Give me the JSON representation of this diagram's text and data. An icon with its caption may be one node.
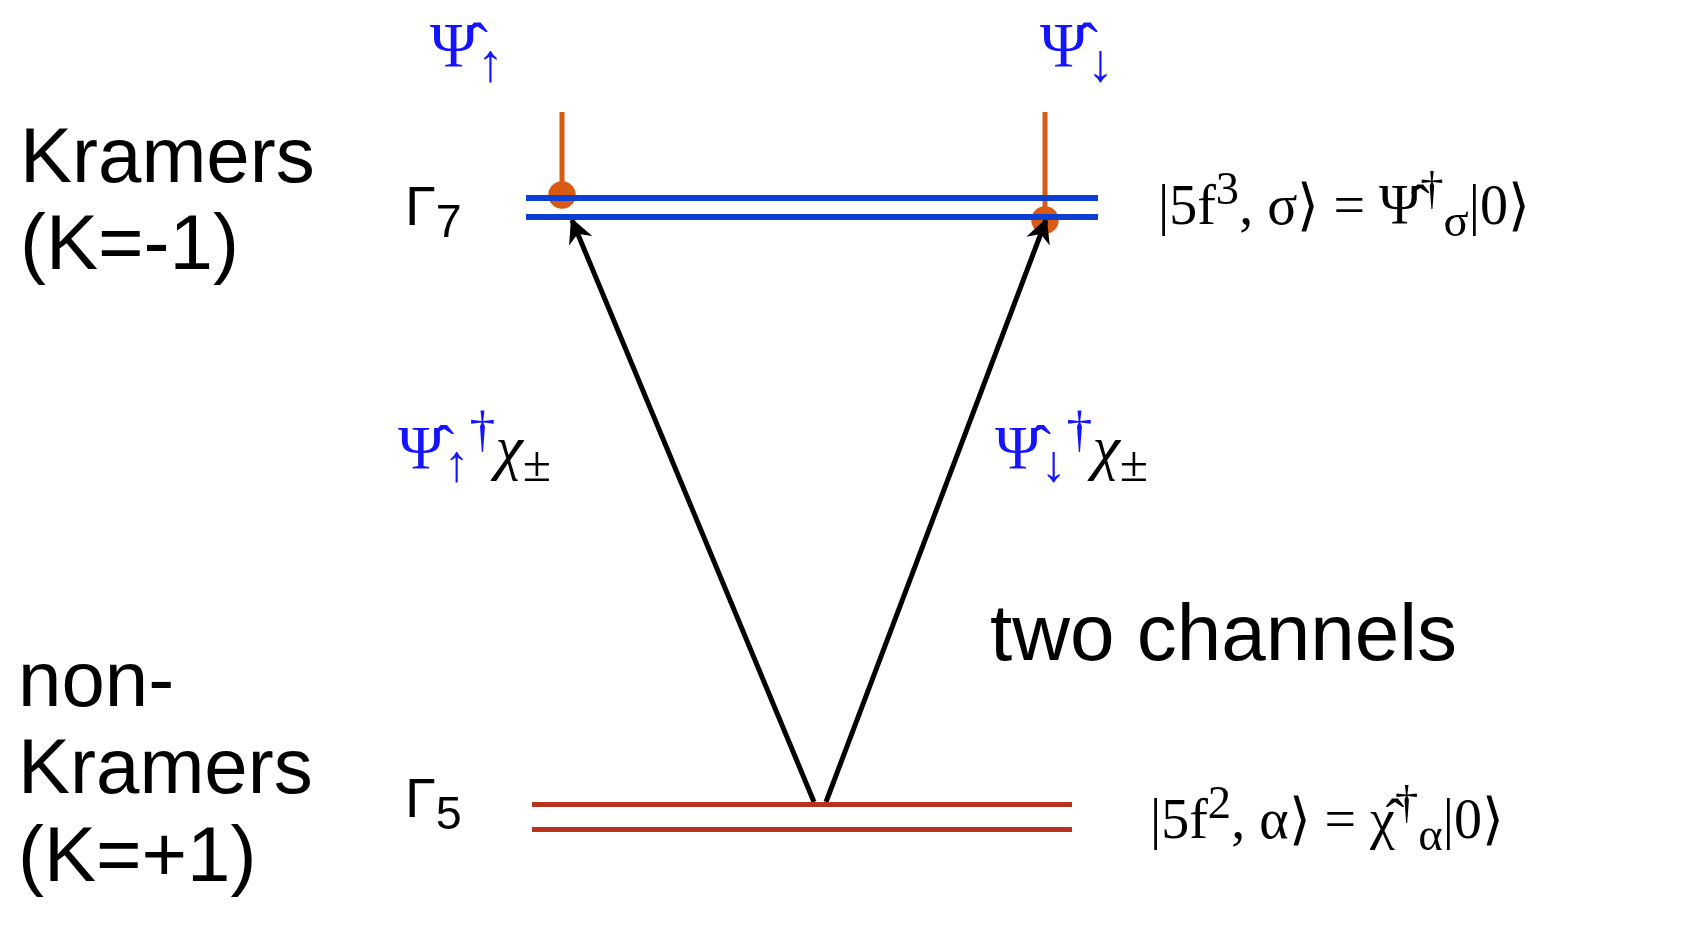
{
  "diagram": {
    "nodes": [
      {
        "text": [],
        "shape": "bar",
        "beside": [
          "Γ$_{7}$",
          "|5f$^{3}$, σ⟩ = Ψ̂$^{†}$$_{σ}$|0⟩"
        ]
      },
      {
        "text": [],
        "shape": "bar",
        "beside": [
          "Γ$_{5}$",
          "|5f$^{2}$, α⟩ = χ̂$^{†}$$_{α}$|0⟩"
        ]
      },
      {
        "text": [
          "Ψ̂$_{↑}$"
        ]
      },
      {
        "text": [
          "Ψ̂$_{↓}$"
        ]
      }
    ],
    "edges": [
      {
        "from": 2,
        "to": 0,
        "arrow": "other",
        "color": "#d95a12"
      },
      {
        "from": 3,
        "to": 0,
        "arrow": "other",
        "color": "#d95a12"
      },
      {
        "from": 1,
        "to": 0,
        "arrow": "to",
        "color": "#000000",
        "label": "Ψ̂$_{↑}$$^{†}$χ$_{±}$"
      },
      {
        "from": 1,
        "to": 0,
        "arrow": "to",
        "color": "#000000",
        "label": "Ψ̂$_{↓}$$^{†}$χ$_{±}$"
      }
    ],
    "labels": [
      "Kramers (K=-1)",
      "two channels",
      "non- Kramers (K=+1)"
    ]
  }
}
